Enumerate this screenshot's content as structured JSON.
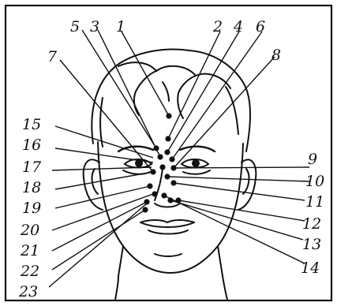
{
  "diagram": {
    "stroke_color": "#111111",
    "background": "#ffffff",
    "labels": {
      "n1": "1",
      "n2": "2",
      "n3": "3",
      "n4": "4",
      "n5": "5",
      "n6": "6",
      "n7": "7",
      "n8": "8",
      "n9": "9",
      "n10": "10",
      "n11": "11",
      "n12": "12",
      "n13": "13",
      "n14": "14",
      "n15": "15",
      "n16": "16",
      "n17": "17",
      "n18": "18",
      "n19": "19",
      "n20": "20",
      "n21": "21",
      "n22": "22",
      "n23": "23"
    }
  }
}
